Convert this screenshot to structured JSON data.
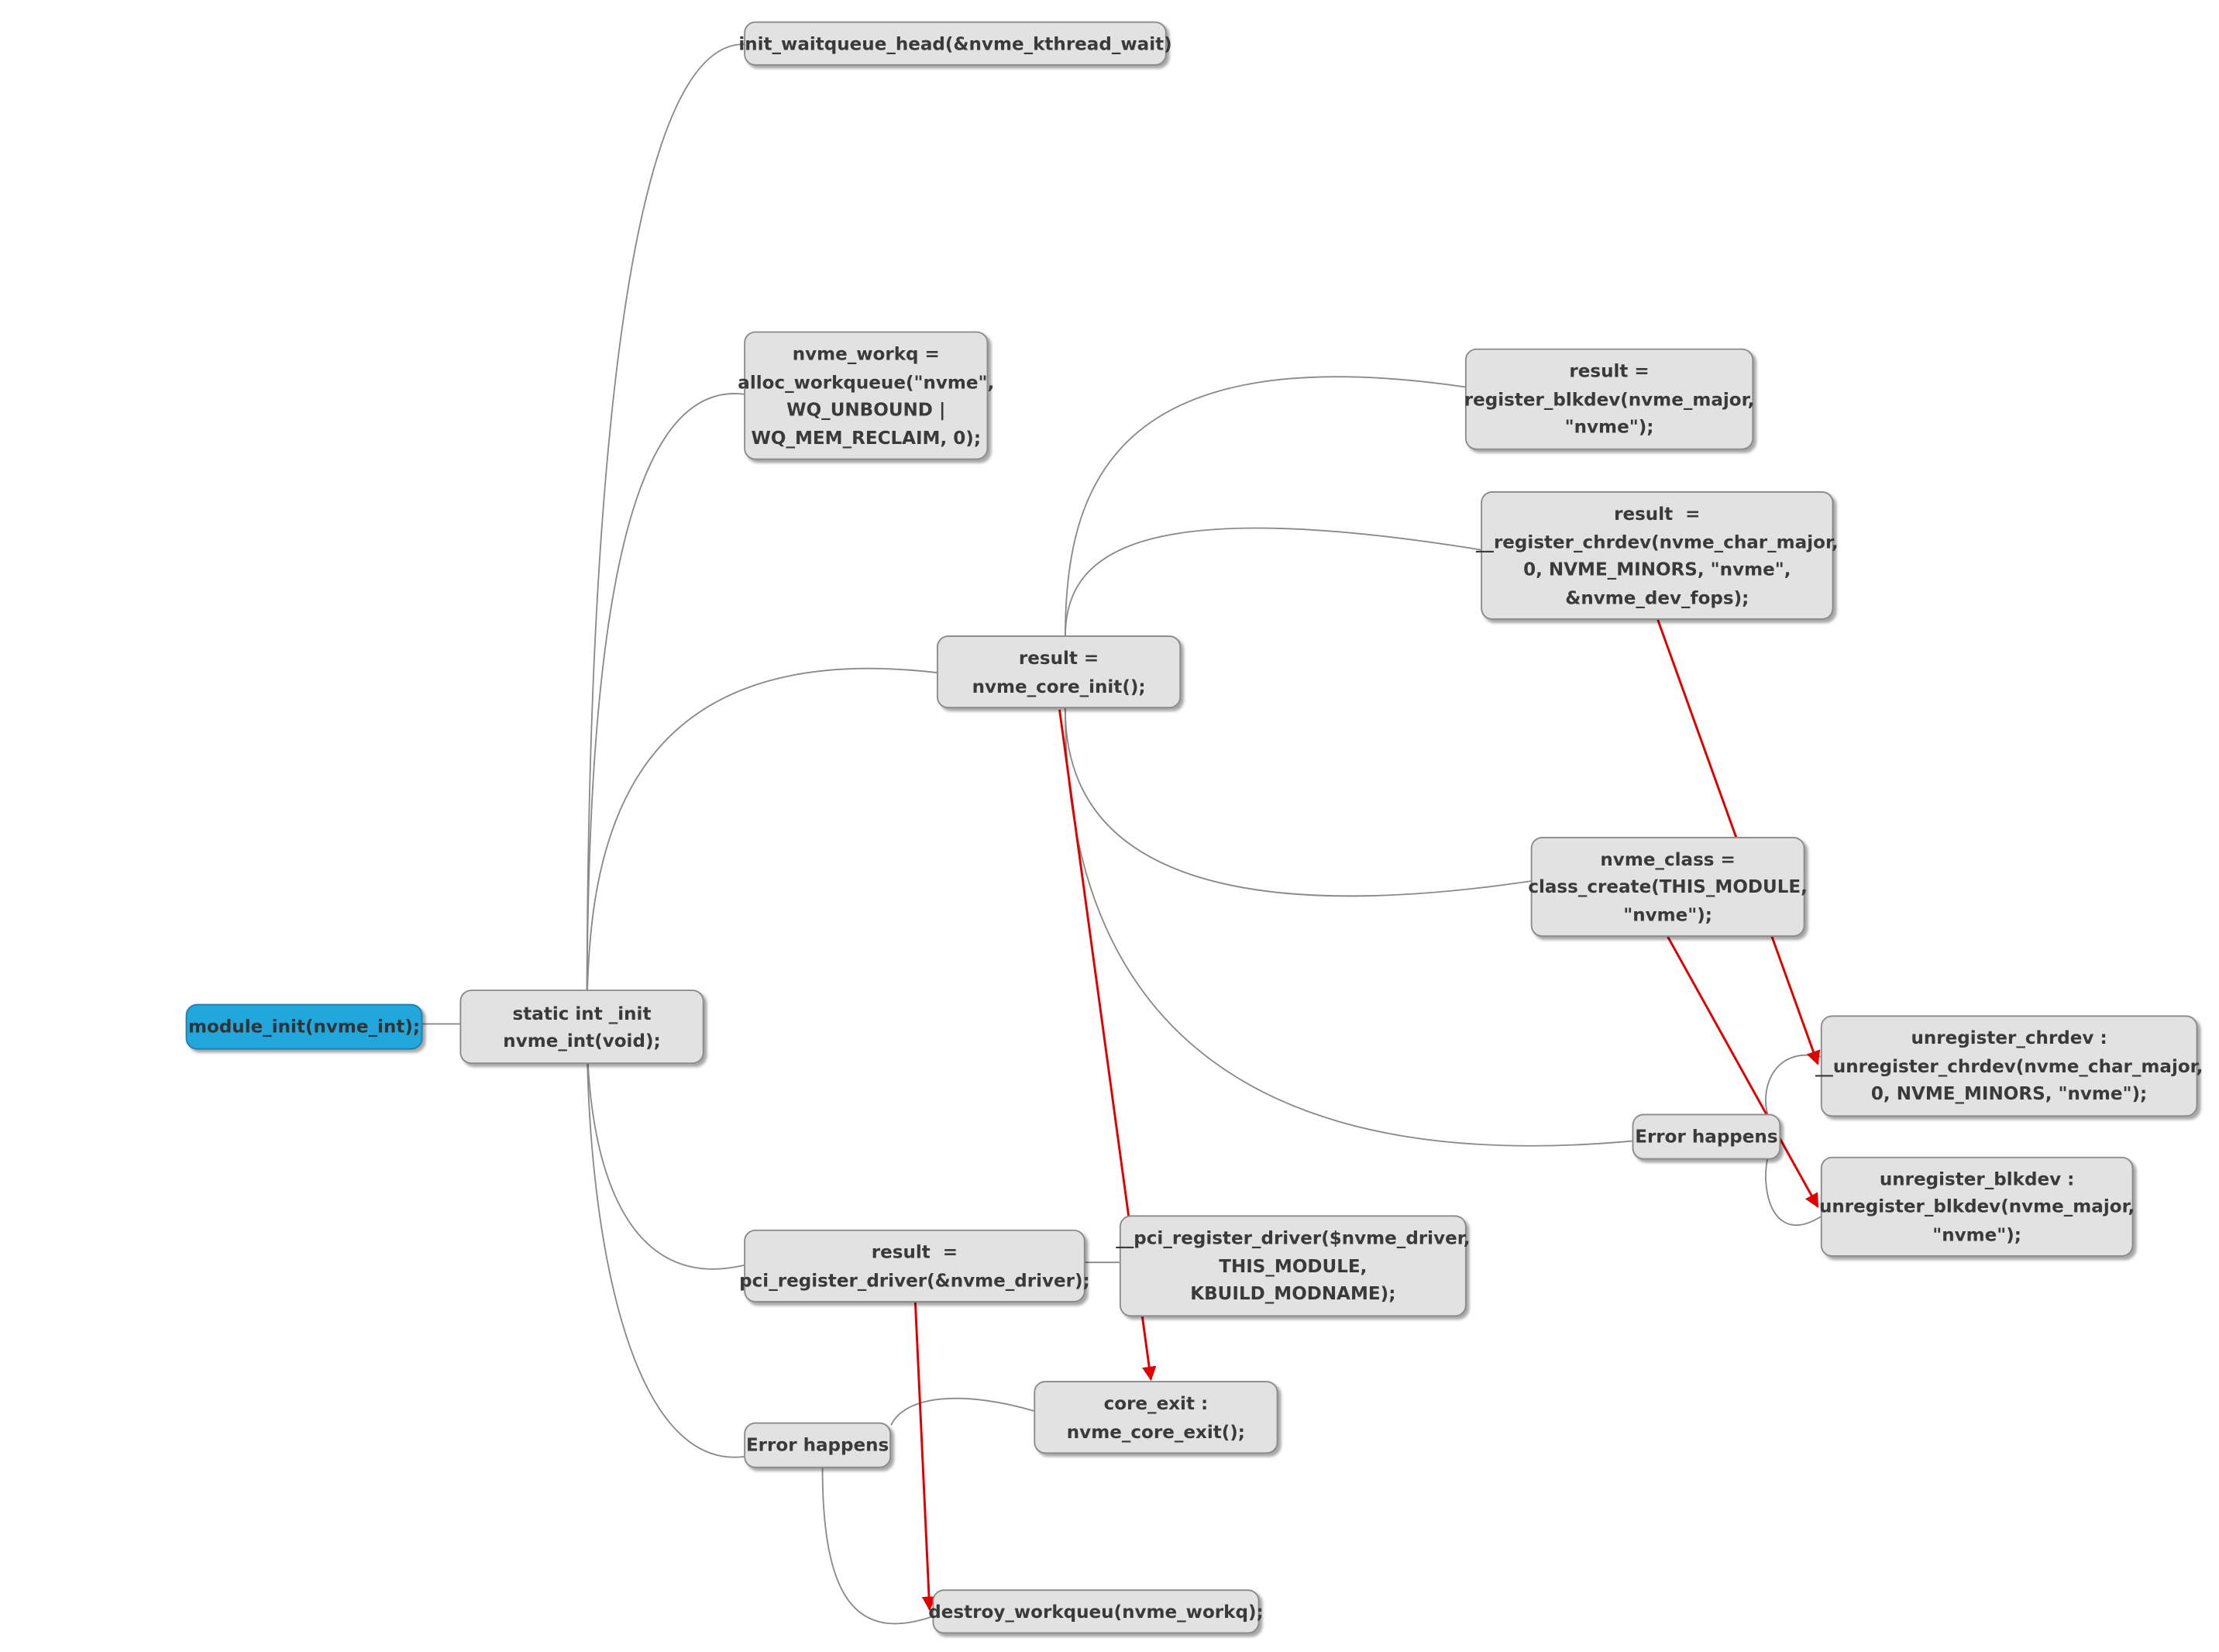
{
  "diagram": {
    "nodes": {
      "module_init": {
        "lines": [
          "module_init(nvme_int);"
        ]
      },
      "nvme_int": {
        "lines": [
          "static int _init",
          "nvme_int(void);"
        ]
      },
      "init_waitqueue": {
        "lines": [
          "init_waitqueue_head(&nvme_kthread_wait)"
        ]
      },
      "nvme_workq": {
        "lines": [
          "nvme_workq =",
          "alloc_workqueue(\"nvme\",",
          "WQ_UNBOUND |",
          "WQ_MEM_RECLAIM, 0);"
        ]
      },
      "core_init": {
        "lines": [
          "result =",
          "nvme_core_init();"
        ]
      },
      "register_blkdev": {
        "lines": [
          "result =",
          "register_blkdev(nvme_major,",
          "\"nvme\");"
        ]
      },
      "register_chrdev": {
        "lines": [
          "result  =",
          "__register_chrdev(nvme_char_major,",
          "0, NVME_MINORS, \"nvme\",",
          "&nvme_dev_fops);"
        ]
      },
      "class_create": {
        "lines": [
          "nvme_class =",
          "class_create(THIS_MODULE,",
          "\"nvme\");"
        ]
      },
      "error_core": {
        "lines": [
          "Error happens"
        ]
      },
      "unregister_chrdev": {
        "lines": [
          "unregister_chrdev :",
          "__unregister_chrdev(nvme_char_major,",
          "0, NVME_MINORS, \"nvme\");"
        ]
      },
      "unregister_blkdev": {
        "lines": [
          "unregister_blkdev :",
          "unregister_blkdev(nvme_major,",
          "\"nvme\");"
        ]
      },
      "pci_register": {
        "lines": [
          "result  =",
          "pci_register_driver(&nvme_driver);"
        ]
      },
      "pci_register_inner": {
        "lines": [
          "__pci_register_driver($nvme_driver,",
          "THIS_MODULE,",
          "KBUILD_MODNAME);"
        ]
      },
      "error_main": {
        "lines": [
          "Error happens"
        ]
      },
      "core_exit": {
        "lines": [
          "core_exit :",
          "nvme_core_exit();"
        ]
      },
      "destroy_workqueue": {
        "lines": [
          "destroy_workqueu(nvme_workq);"
        ]
      }
    },
    "colors": {
      "root_fill": "#22a7dc",
      "node_fill": "#e2e2e2",
      "branch_line": "#888888",
      "error_arrow": "#e00000"
    }
  }
}
